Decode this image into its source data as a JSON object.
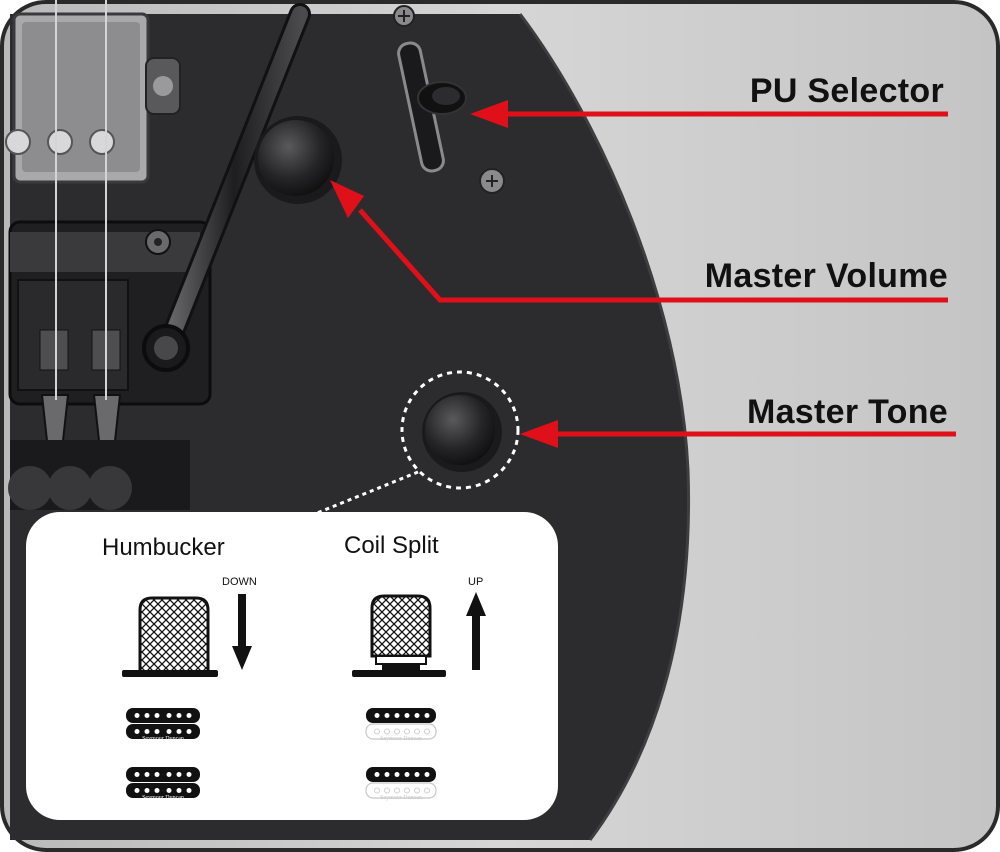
{
  "callouts": {
    "pu_selector": "PU Selector",
    "master_volume": "Master Volume",
    "master_tone": "Master Tone"
  },
  "inset": {
    "humbucker": {
      "title": "Humbucker",
      "direction": "DOWN",
      "pickup_brand": "Seymour Duncan"
    },
    "coil_split": {
      "title": "Coil Split",
      "direction": "UP",
      "pickup_brand": "Seymour Duncan"
    }
  },
  "colors": {
    "arrow": "#e0101a",
    "body": "#2c2c2e",
    "background": "#c8c8c8"
  }
}
